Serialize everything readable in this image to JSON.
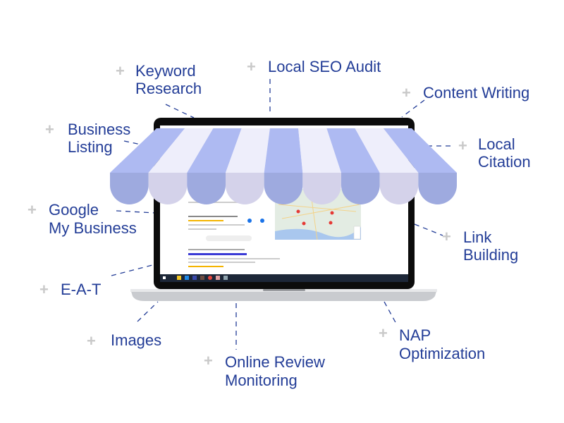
{
  "labels": {
    "keyword_research": [
      "Keyword",
      "Research"
    ],
    "local_seo_audit": [
      "Local SEO Audit"
    ],
    "content_writing": [
      "Content Writing"
    ],
    "business_listing": [
      "Business",
      "Listing"
    ],
    "local_citation": [
      "Local",
      "Citation"
    ],
    "google_my_business": [
      "Google",
      "My Business"
    ],
    "link_building": [
      "Link",
      "Building"
    ],
    "eat": [
      "E-A-T"
    ],
    "images": [
      "Images"
    ],
    "online_review_monitoring": [
      "Online Review",
      "Monitoring"
    ],
    "nap_optimization": [
      "NAP",
      "Optimization"
    ]
  },
  "icons": {
    "bullet": "plus-icon"
  },
  "colors": {
    "label_text": "#233d97",
    "plus": "#c9c9c9",
    "awning_blue": "#aebaf2",
    "awning_light": "#eeeefb",
    "scallop_blue": "#9eaadf",
    "scallop_light": "#d4d2ea"
  }
}
